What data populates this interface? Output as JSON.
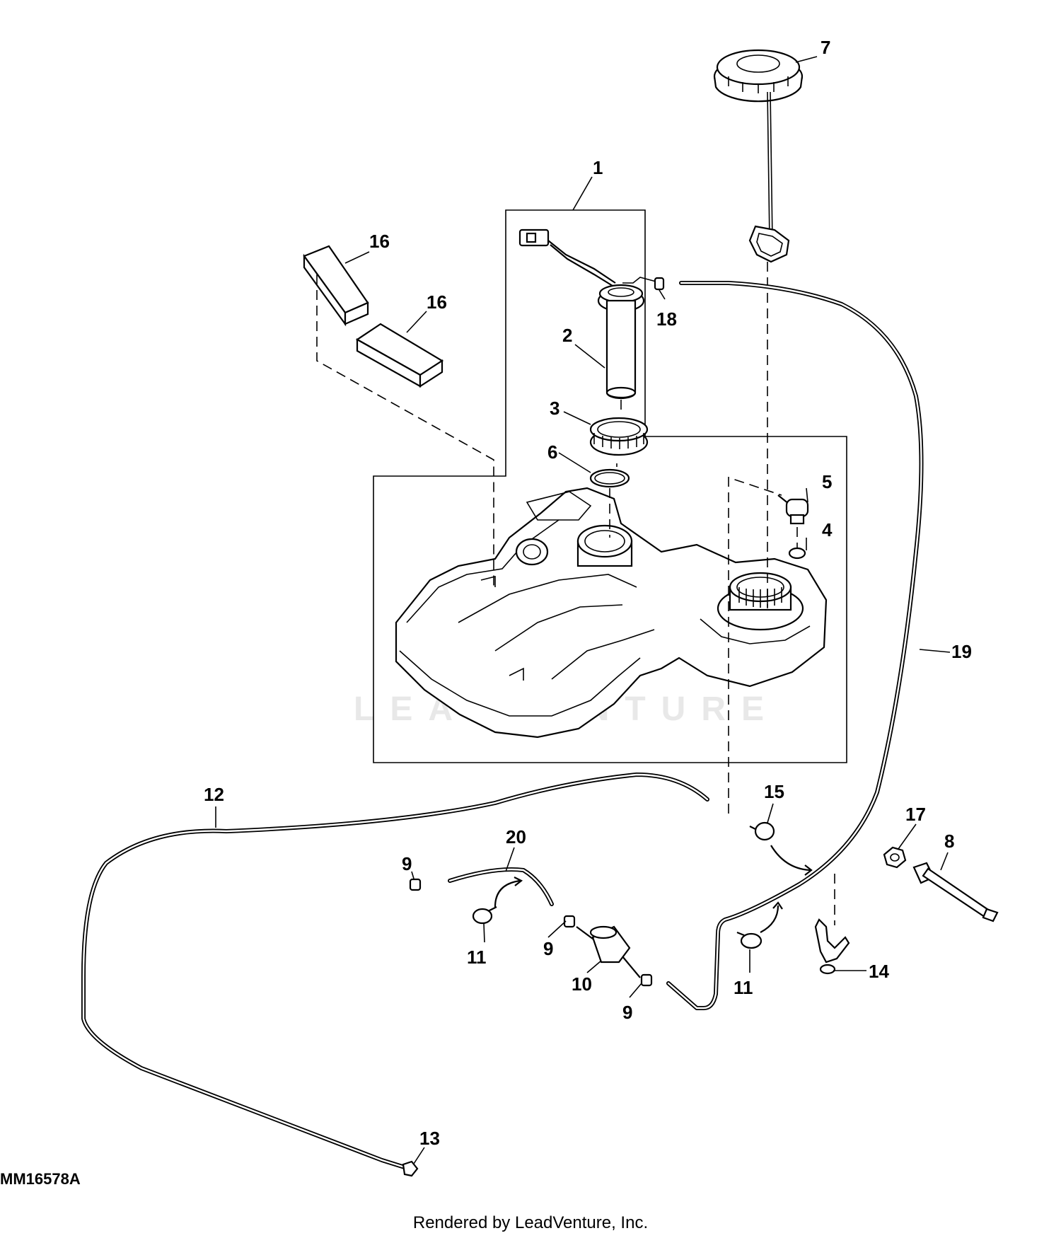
{
  "diagram_id": "MM16578A",
  "credit": "Rendered by LeadVenture, Inc.",
  "watermark": "LEADVENTURE",
  "callouts": {
    "c1": "1",
    "c2": "2",
    "c3": "3",
    "c4": "4",
    "c5": "5",
    "c6": "6",
    "c7": "7",
    "c8": "8",
    "c9a": "9",
    "c9b": "9",
    "c9c": "9",
    "c10": "10",
    "c11a": "11",
    "c11b": "11",
    "c12": "12",
    "c13": "13",
    "c14": "14",
    "c15": "15",
    "c16a": "16",
    "c16b": "16",
    "c17": "17",
    "c18": "18",
    "c19": "19",
    "c20": "20"
  }
}
